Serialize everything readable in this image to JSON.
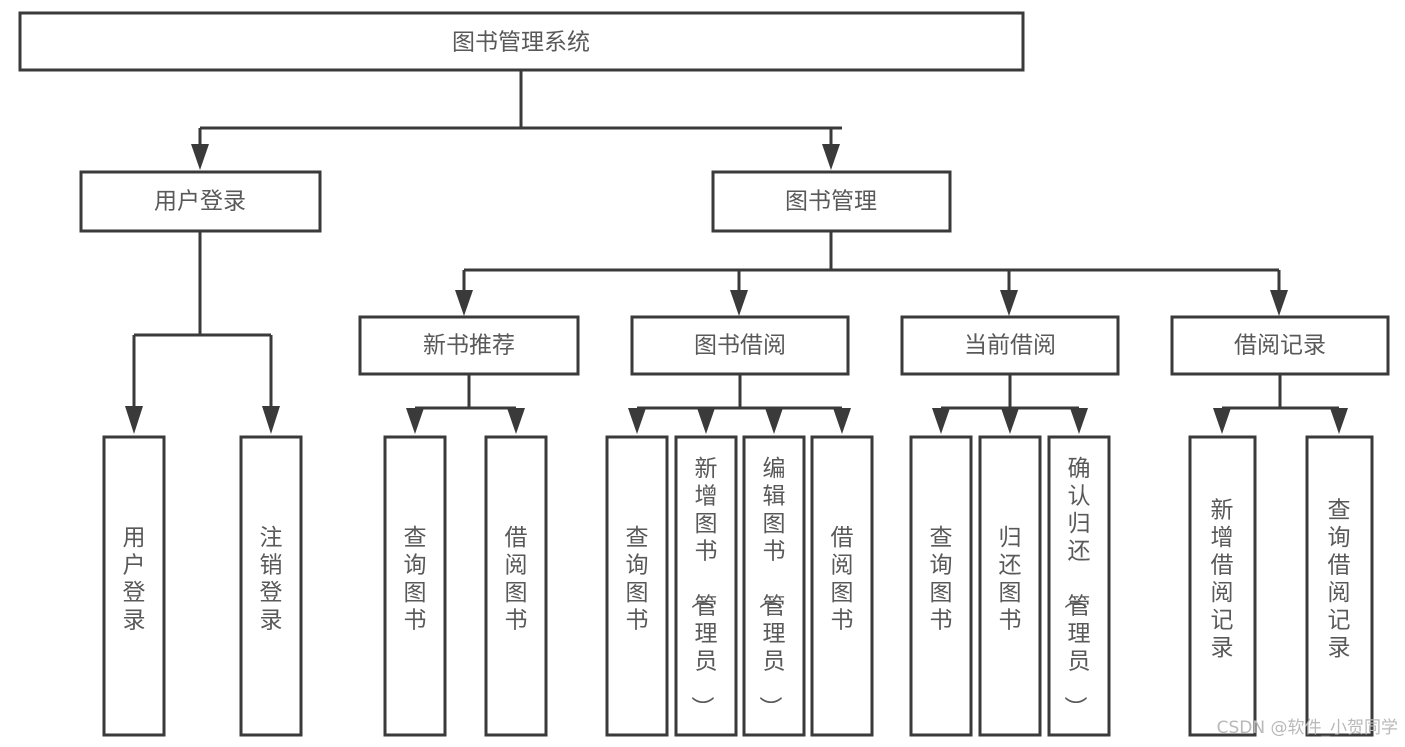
{
  "diagram": {
    "type": "hierarchy-tree",
    "title": "图书管理系统",
    "background_color": "#ffffff",
    "box_fill": "#ffffff",
    "box_stroke": "#3a3a3a",
    "text_color": "#595959",
    "watermark": "CSDN @软件_小贺同学"
  },
  "root": {
    "label": "图书管理系统"
  },
  "level2": [
    {
      "label": "用户登录"
    },
    {
      "label": "图书管理"
    }
  ],
  "level3": [
    {
      "label": "新书推荐"
    },
    {
      "label": "图书借阅"
    },
    {
      "label": "当前借阅"
    },
    {
      "label": "借阅记录"
    }
  ],
  "leaves": {
    "user_login": [
      {
        "label": "用户登录"
      },
      {
        "label": "注销登录"
      }
    ],
    "new_book_recommend": [
      {
        "label": "查询图书"
      },
      {
        "label": "借阅图书"
      }
    ],
    "book_borrow": [
      {
        "label": "查询图书"
      },
      {
        "label": "新增图书（管理员）"
      },
      {
        "label": "编辑图书（管理员）"
      },
      {
        "label": "借阅图书"
      }
    ],
    "current_borrow": [
      {
        "label": "查询图书"
      },
      {
        "label": "归还图书"
      },
      {
        "label": "确认归还（管理员）"
      }
    ],
    "borrow_record": [
      {
        "label": "新增借阅记录"
      },
      {
        "label": "查询借阅记录"
      }
    ]
  }
}
